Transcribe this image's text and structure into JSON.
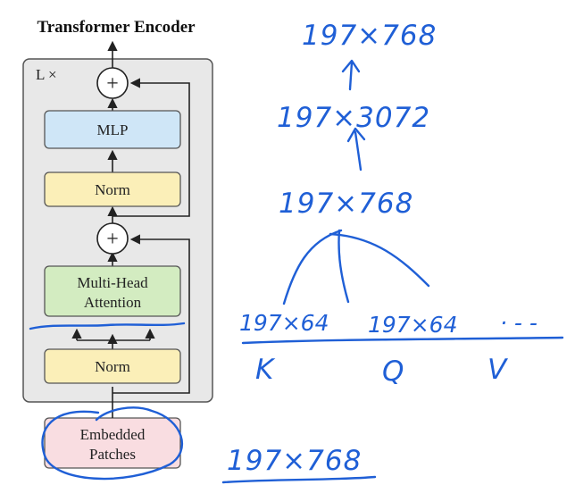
{
  "diagram": {
    "title": "Transformer Encoder",
    "repeat_label": "L ×",
    "blocks": {
      "mlp": "MLP",
      "norm_top": "Norm",
      "attention_line1": "Multi-Head",
      "attention_line2": "Attention",
      "norm_bottom": "Norm",
      "embedded_line1": "Embedded",
      "embedded_line2": "Patches"
    },
    "add_symbol": "+",
    "colors": {
      "encoder_bg": "#e8e8e8",
      "mlp_fill": "#cfe6f7",
      "norm_fill": "#fbefb8",
      "attention_fill": "#d3ecc1",
      "embedded_fill": "#f9dde1",
      "annotation_ink": "#1f5fd6"
    }
  },
  "annotations": {
    "top_shape": "197×768",
    "mlp_shape": "197×3072",
    "attention_out_shape": "197×768",
    "head_shape_1": "197×64",
    "head_shape_2": "197×64",
    "head_ellipsis": "· - -",
    "k_label": "K",
    "q_label": "Q",
    "v_label": "V",
    "input_shape": "197×768"
  }
}
